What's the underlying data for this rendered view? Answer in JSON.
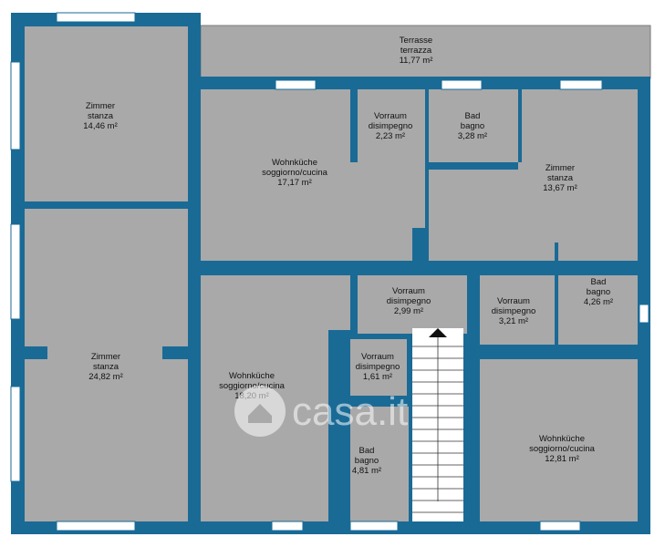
{
  "plan": {
    "terrace": {
      "name_de": "Terrasse",
      "name_it": "terrazza",
      "area": "11,77 m²"
    },
    "rooms": [
      {
        "id": "zimmer-top-left",
        "name_de": "Zimmer",
        "name_it": "stanza",
        "area": "14,46 m²"
      },
      {
        "id": "zimmer-bottom-left",
        "name_de": "Zimmer",
        "name_it": "stanza",
        "area": "24,82 m²"
      },
      {
        "id": "wohnkueche-top",
        "name_de": "Wohnküche",
        "name_it": "soggiorno/cucina",
        "area": "17,17 m²"
      },
      {
        "id": "vorraum-top",
        "name_de": "Vorraum",
        "name_it": "disimpegno",
        "area": "2,23 m²"
      },
      {
        "id": "bad-top",
        "name_de": "Bad",
        "name_it": "bagno",
        "area": "3,28 m²"
      },
      {
        "id": "zimmer-right",
        "name_de": "Zimmer",
        "name_it": "stanza",
        "area": "13,67 m²"
      },
      {
        "id": "vorraum-center",
        "name_de": "Vorraum",
        "name_it": "disimpegno",
        "area": "2,99 m²"
      },
      {
        "id": "vorraum-right",
        "name_de": "Vorraum",
        "name_it": "disimpegno",
        "area": "3,21 m²"
      },
      {
        "id": "bad-right",
        "name_de": "Bad",
        "name_it": "bagno",
        "area": "4,26 m²"
      },
      {
        "id": "wohnkueche-bottom-left",
        "name_de": "Wohnküche",
        "name_it": "soggiorno/cucina",
        "area": "18,20 m²"
      },
      {
        "id": "vorraum-small",
        "name_de": "Vorraum",
        "name_it": "disimpegno",
        "area": "1,61 m²"
      },
      {
        "id": "bad-bottom",
        "name_de": "Bad",
        "name_it": "bagno",
        "area": "4,81 m²"
      },
      {
        "id": "wohnkueche-bottom-right",
        "name_de": "Wohnküche",
        "name_it": "soggiorno/cucina",
        "area": "12,81 m²"
      }
    ]
  },
  "watermark": {
    "text": "casa.it",
    "icon": "house-icon"
  },
  "colors": {
    "wall": "#1a6a96",
    "room": "#a9a9a9",
    "window": "#ffffff"
  }
}
